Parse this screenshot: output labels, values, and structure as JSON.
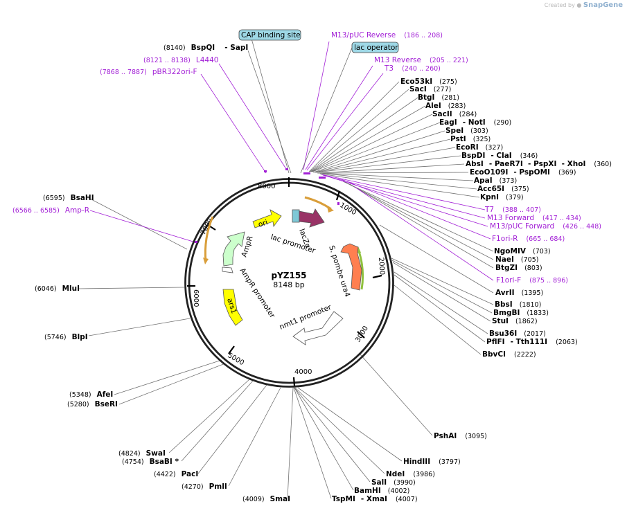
{
  "watermark": {
    "prefix": "Created by",
    "brand": "SnapGene"
  },
  "plasmid": {
    "name": "pYZ155",
    "size": "8148 bp"
  },
  "tick_labels": [
    "1000",
    "2000",
    "3000",
    "4000",
    "5000",
    "6000",
    "7000",
    "8000"
  ],
  "features": [
    {
      "label": "ori",
      "color": "#ffff00"
    },
    {
      "label": "AmpR",
      "color": "#ccffcc"
    },
    {
      "label": "AmpR promoter",
      "color": "#ffffff"
    },
    {
      "label": "ars1",
      "color": "#ffff00"
    },
    {
      "label": "lacZα",
      "color": "#993366"
    },
    {
      "label": "lac promoter",
      "color": "#ffffff"
    },
    {
      "label": "S. pombe ura4",
      "color": "#ff7f50"
    },
    {
      "label": "nmt1 promoter",
      "color": "#ffffff"
    }
  ],
  "boxed_labels": [
    {
      "text": "CAP binding site"
    },
    {
      "text": "lac operator"
    }
  ],
  "enzymes": [
    {
      "name": "BspQI",
      "suffix": "- SapI",
      "pos": "(8140)"
    },
    {
      "name": "BsaHI",
      "pos": "(6595)"
    },
    {
      "name": "MluI",
      "pos": "(6046)"
    },
    {
      "name": "BlpI",
      "pos": "(5746)"
    },
    {
      "name": "AfeI",
      "pos": "(5348)"
    },
    {
      "name": "BseRI",
      "pos": "(5280)"
    },
    {
      "name": "SwaI",
      "pos": "(4824)"
    },
    {
      "name": "BsaBI *",
      "pos": "(4754)"
    },
    {
      "name": "PacI",
      "pos": "(4422)"
    },
    {
      "name": "PmlI",
      "pos": "(4270)"
    },
    {
      "name": "SmaI",
      "pos": "(4009)"
    },
    {
      "name": "Eco53kI",
      "pos": "(275)"
    },
    {
      "name": "SacI",
      "pos": "(277)"
    },
    {
      "name": "BtgI",
      "pos": "(281)"
    },
    {
      "name": "AleI",
      "pos": "(283)"
    },
    {
      "name": "SacII",
      "pos": "(284)"
    },
    {
      "name": "EagI",
      "suffix": "- NotI",
      "pos": "(290)"
    },
    {
      "name": "SpeI",
      "pos": "(303)"
    },
    {
      "name": "PstI",
      "pos": "(325)"
    },
    {
      "name": "EcoRI",
      "pos": "(327)"
    },
    {
      "name": "BspDI",
      "suffix": "- ClaI",
      "pos": "(346)"
    },
    {
      "name": "AbsI",
      "suffix": "- PaeR7I  - PspXI  - XhoI",
      "pos": "(360)"
    },
    {
      "name": "EcoO109I",
      "suffix": "- PspOMI",
      "pos": "(369)"
    },
    {
      "name": "ApaI",
      "pos": "(373)"
    },
    {
      "name": "Acc65I",
      "pos": "(375)"
    },
    {
      "name": "KpnI",
      "pos": "(379)"
    },
    {
      "name": "NgoMIV",
      "pos": "(703)"
    },
    {
      "name": "NaeI",
      "pos": "(705)"
    },
    {
      "name": "BtgZI",
      "pos": "(803)"
    },
    {
      "name": "AvrII",
      "pos": "(1395)"
    },
    {
      "name": "BbsI",
      "pos": "(1810)"
    },
    {
      "name": "BmgBI",
      "pos": "(1833)"
    },
    {
      "name": "StuI",
      "pos": "(1862)"
    },
    {
      "name": "Bsu36I",
      "pos": "(2017)"
    },
    {
      "name": "PflFI",
      "suffix": "- Tth111I",
      "pos": "(2063)"
    },
    {
      "name": "BbvCI",
      "pos": "(2222)"
    },
    {
      "name": "PshAI",
      "pos": "(3095)"
    },
    {
      "name": "HindIII",
      "pos": "(3797)"
    },
    {
      "name": "NdeI",
      "pos": "(3986)"
    },
    {
      "name": "SalI",
      "pos": "(3990)"
    },
    {
      "name": "BamHI",
      "pos": "(4002)"
    },
    {
      "name": "TspMI",
      "suffix": "- XmaI",
      "pos": "(4007)"
    }
  ],
  "primers": [
    {
      "name": "M13/pUC Reverse",
      "range": "(186 .. 208)"
    },
    {
      "name": "M13 Reverse",
      "range": "(205 .. 221)"
    },
    {
      "name": "T3",
      "range": "(240 .. 260)"
    },
    {
      "name": "L4440",
      "range": "(8121 .. 8138)"
    },
    {
      "name": "pBR322ori-F",
      "range": "(7868 .. 7887)"
    },
    {
      "name": "Amp-R",
      "range": "(6566 .. 6585)"
    },
    {
      "name": "T7",
      "range": "(388 .. 407)"
    },
    {
      "name": "M13 Forward",
      "range": "(417 .. 434)"
    },
    {
      "name": "M13/pUC Forward",
      "range": "(426 .. 448)"
    },
    {
      "name": "F1ori-R",
      "range": "(665 .. 684)"
    },
    {
      "name": "F1ori-F",
      "range": "(875 .. 896)"
    }
  ]
}
